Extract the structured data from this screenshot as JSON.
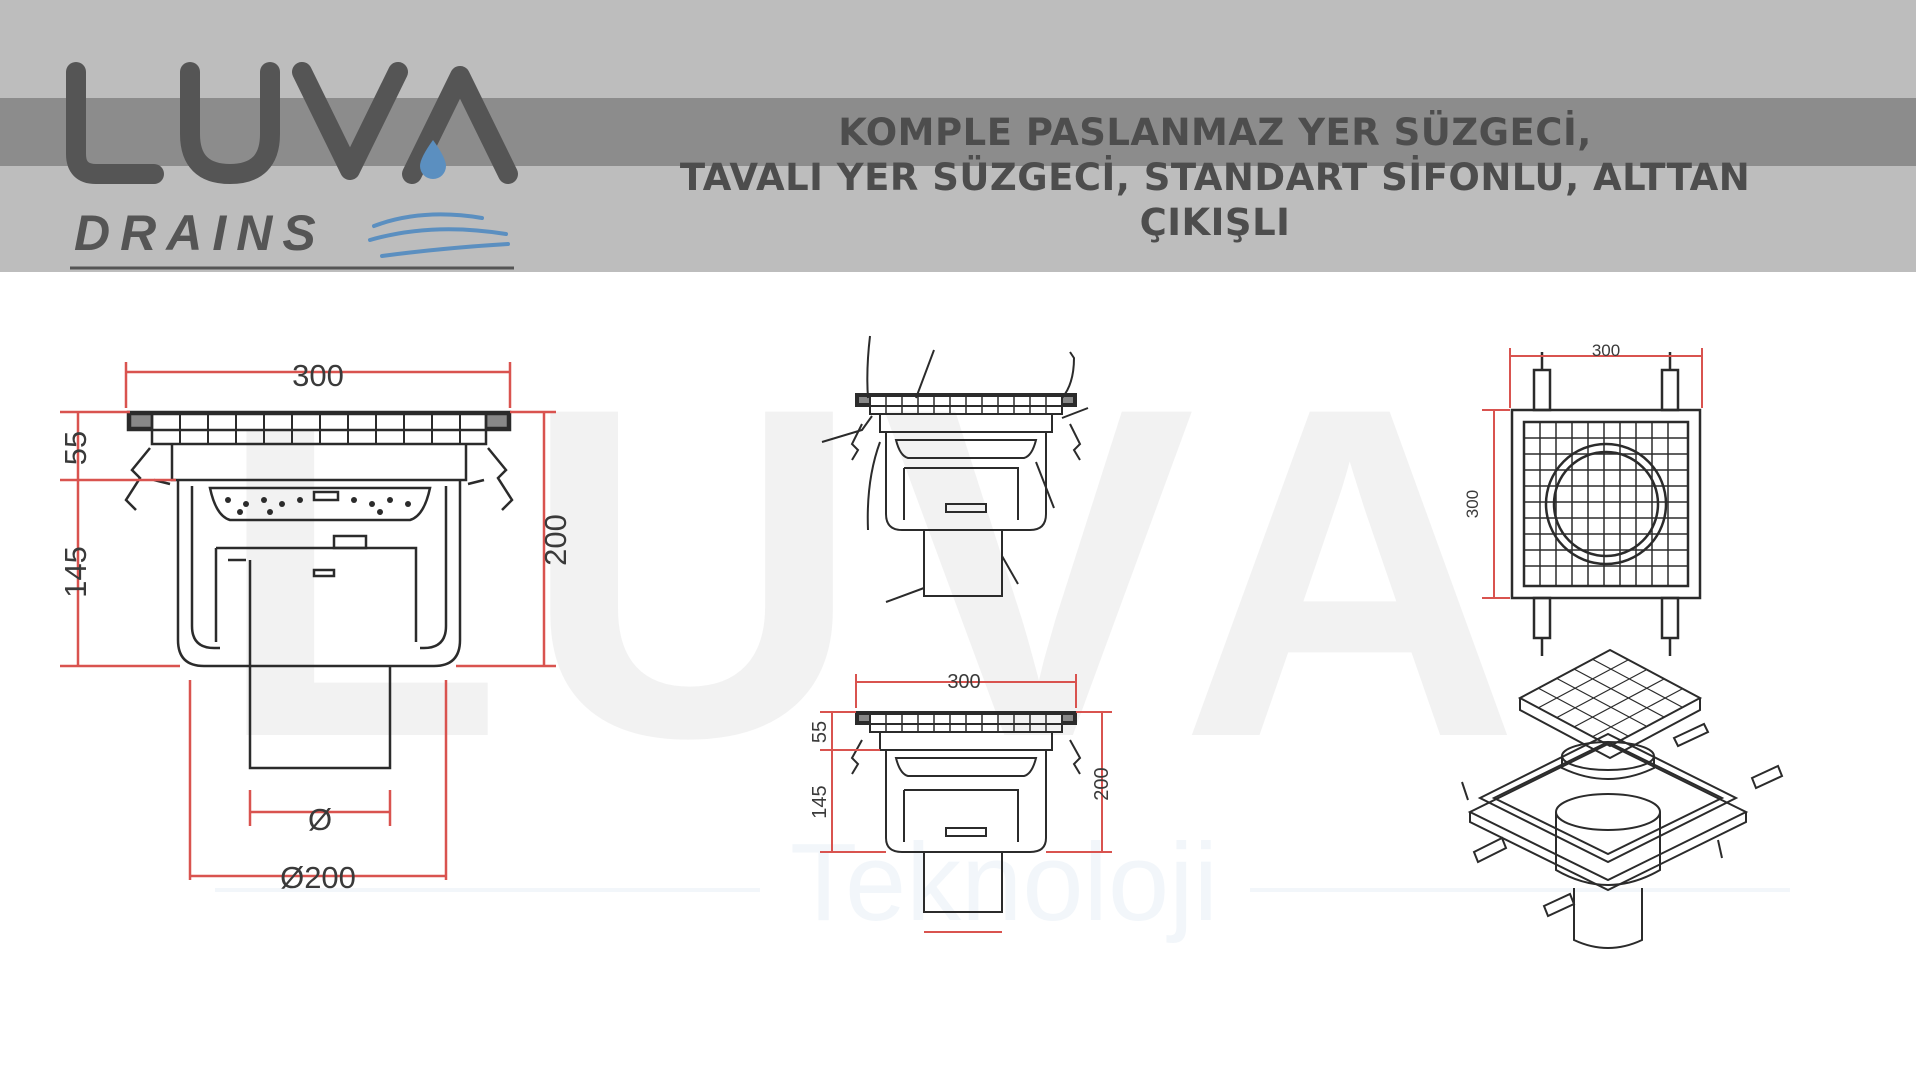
{
  "colors": {
    "header_bg": "#bdbdbd",
    "header_band": "#8c8c8c",
    "title_text": "#4d4d4d",
    "logo_grey": "#555555",
    "logo_blue": "#5b8fc0",
    "dimension_red": "#d9534f",
    "line_dark": "#2b2b2b"
  },
  "logo": {
    "brand": "LUVA",
    "sub": "DRAINS",
    "watermark": "LUVA",
    "watermark_sub": "Teknoloji"
  },
  "title": {
    "line1": "KOMPLE PASLANMAZ YER SÜZGECİ,",
    "line2": "TAVALI YER SÜZGECİ, STANDART SİFONLU, ALTTAN",
    "line3": "ÇIKIŞLI"
  },
  "drawing_main": {
    "width": "300",
    "height_upper": "55",
    "height_lower": "145",
    "height_total": "200",
    "outlet": "Ø",
    "outlet_outer": "Ø200"
  },
  "drawing_small_bottom": {
    "width": "300",
    "height_upper": "55",
    "height_lower": "145",
    "height_total": "200"
  },
  "drawing_top_view": {
    "width": "300",
    "height": "300"
  },
  "icons": [
    "water-drop-icon",
    "water-waves-icon",
    "grate-top-view-icon",
    "exploded-isometric-view"
  ]
}
